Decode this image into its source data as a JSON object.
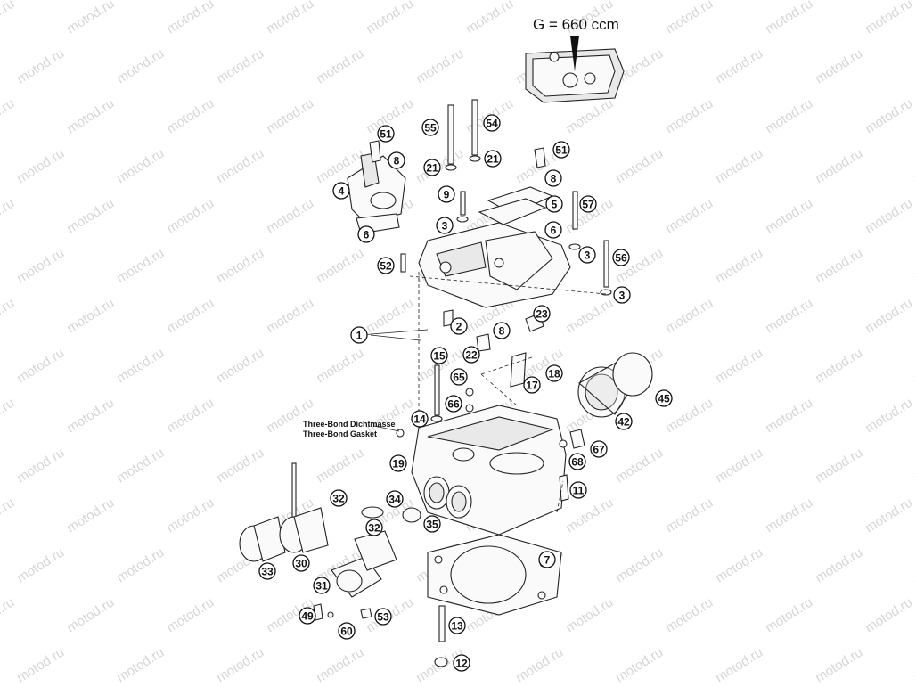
{
  "watermark": "motod.ru",
  "variant_label": "G = 660 ccm",
  "sealant_note": {
    "line1": "Three-Bond Dichtmasse",
    "line2": "Three-Bond Gasket"
  },
  "callouts": [
    "51",
    "8",
    "4",
    "6",
    "55",
    "21",
    "54",
    "21",
    "9",
    "3",
    "51",
    "8",
    "5",
    "57",
    "6",
    "3",
    "56",
    "52",
    "3",
    "2",
    "1",
    "23",
    "8",
    "22",
    "15",
    "65",
    "17",
    "18",
    "45",
    "66",
    "14",
    "42",
    "67",
    "68",
    "19",
    "11",
    "32",
    "34",
    "35",
    "32",
    "7",
    "33",
    "30",
    "31",
    "49",
    "60",
    "53",
    "13",
    "12"
  ]
}
